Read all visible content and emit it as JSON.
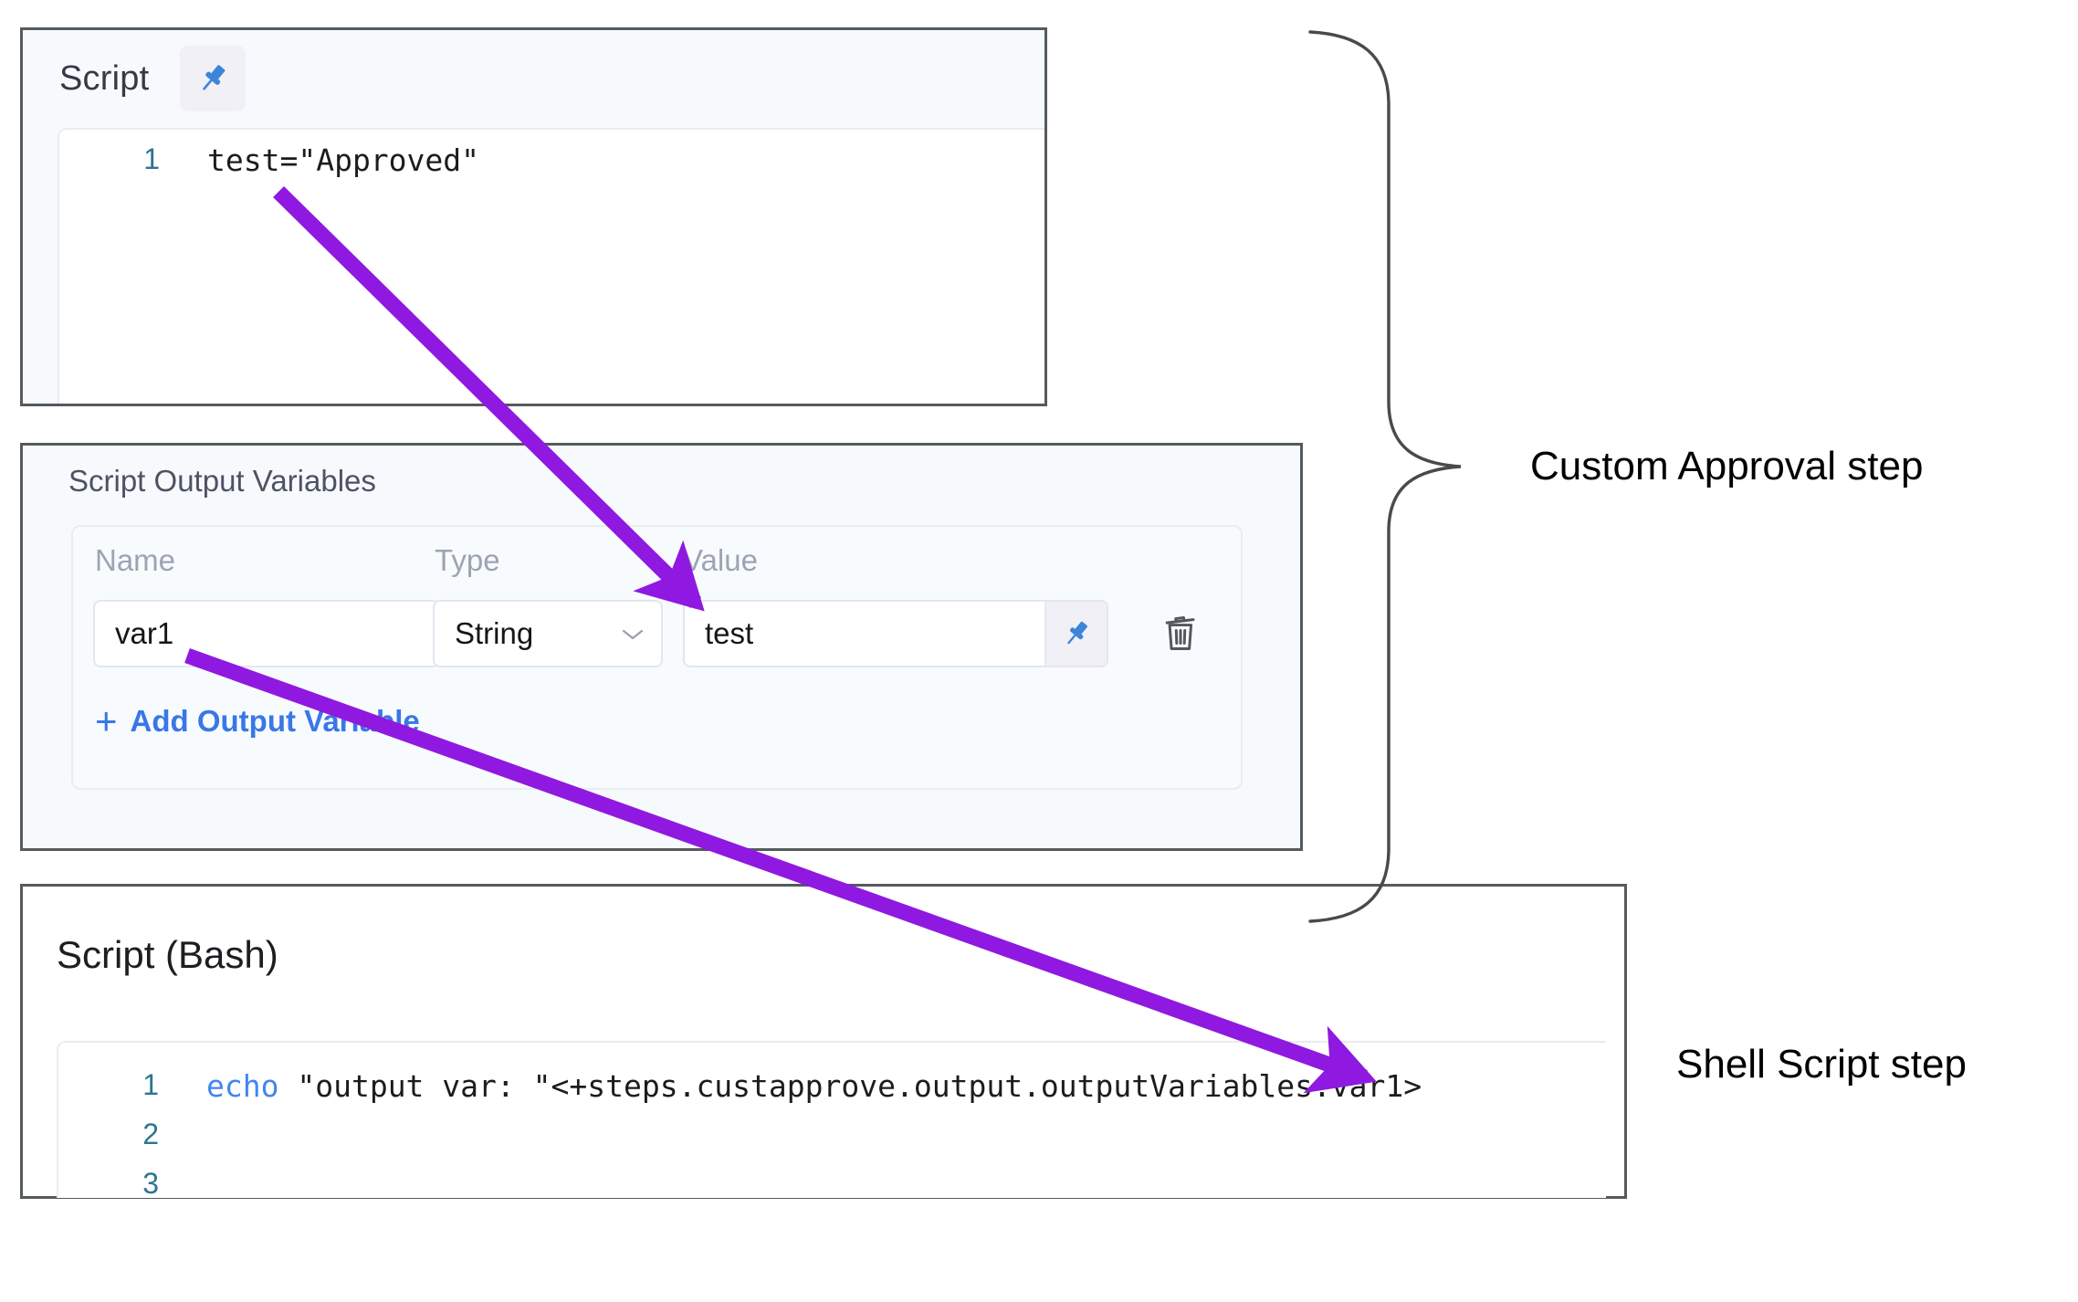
{
  "script_card": {
    "title": "Script",
    "pin_icon": "pushpin-icon",
    "code": {
      "lines": [
        {
          "number": "1",
          "text": "test=\"Approved\""
        }
      ]
    }
  },
  "output_variables_card": {
    "title": "Script Output Variables",
    "columns": [
      "Name",
      "Type",
      "Value"
    ],
    "rows": [
      {
        "name": "var1",
        "type": "String",
        "type_chevron": "chevron-down-icon",
        "value": "test",
        "value_pin_icon": "pushpin-icon",
        "delete_icon": "trash-icon"
      }
    ],
    "add_link": {
      "plus": "+",
      "label": "Add Output Variable"
    }
  },
  "shell_script_card": {
    "title": "Script (Bash)",
    "code": {
      "lines": [
        {
          "number": "1",
          "keyword": "echo",
          "text": " \"output var: \"<+steps.custapprove.output.outputVariables.var1>"
        },
        {
          "number": "2",
          "keyword": "",
          "text": ""
        },
        {
          "number": "3",
          "keyword": "",
          "text": ""
        }
      ]
    }
  },
  "annotations": {
    "brace_label": "Custom Approval step",
    "shell_label": "Shell Script step",
    "arrow_color": "#8f19e0",
    "brace_color": "#4a4a4a",
    "arrows": [
      {
        "name": "script-to-value-arrow",
        "from": "test=\"Approved\"",
        "to": "Value"
      },
      {
        "name": "var1-to-expression-arrow",
        "from": "var1",
        "to": "outputVariables.var1"
      }
    ]
  },
  "colors": {
    "card_border": "#555a5e",
    "card_background": "#f6fafd",
    "link_blue": "#3977e6",
    "pin_blue": "#3d85d8",
    "line_number": "#2e7491",
    "keyword_blue": "#4285f4",
    "column_header": "#9ea3b3"
  }
}
